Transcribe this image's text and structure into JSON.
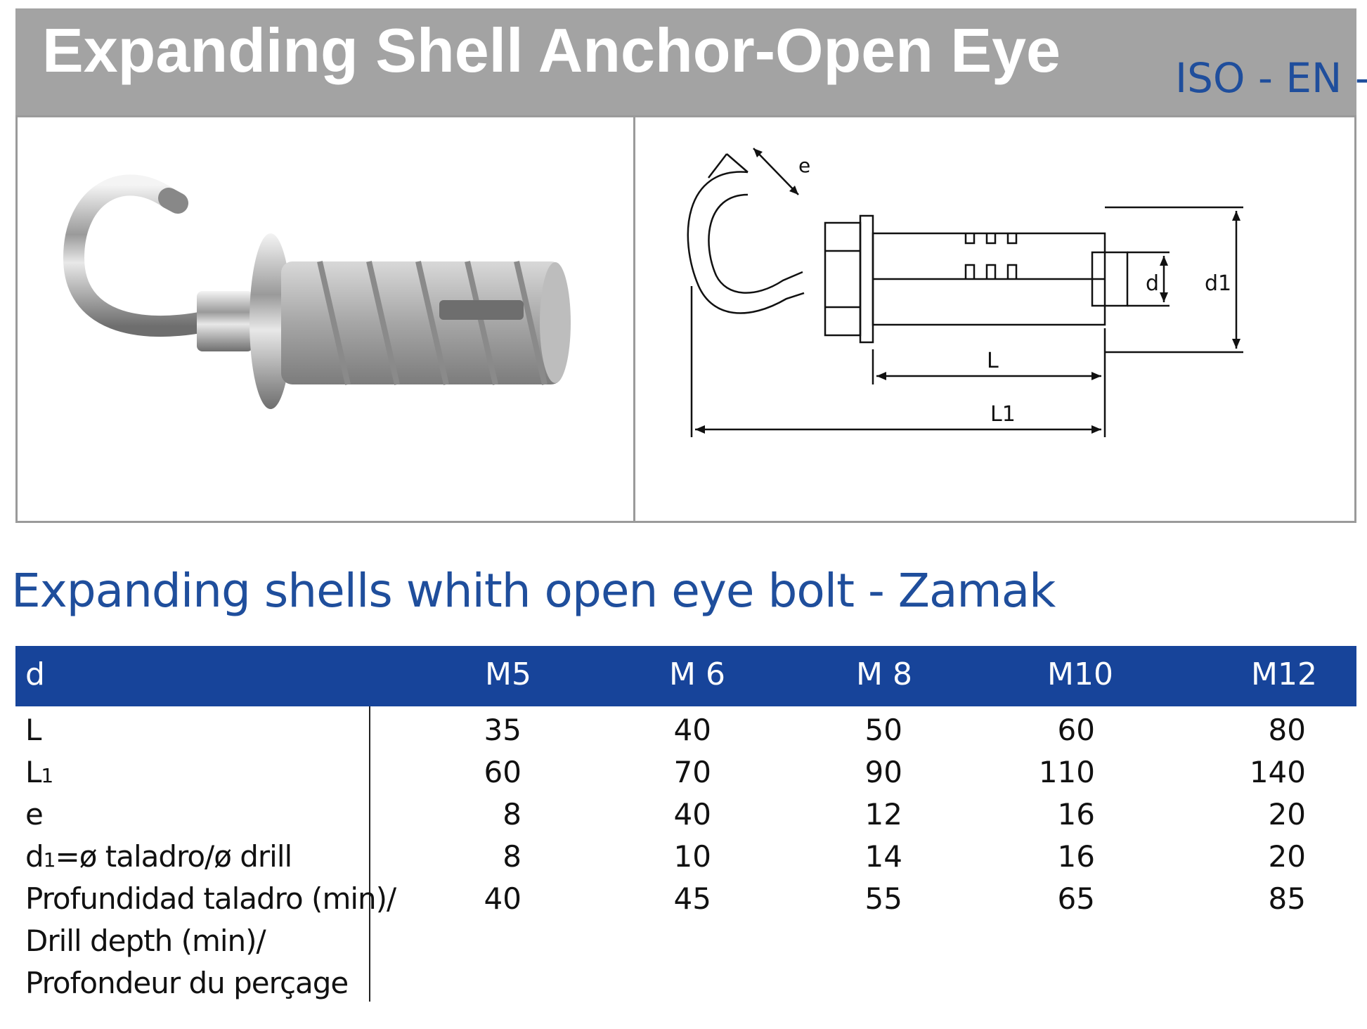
{
  "header": {
    "title": "Expanding Shell Anchor-Open Eye",
    "standards": "ISO - EN -"
  },
  "drawing": {
    "labels": {
      "e": "e",
      "d": "d",
      "d1": "d1",
      "L": "L",
      "L1": "L1"
    }
  },
  "section": {
    "title": "Expanding shells whith open eye bolt - Zamak"
  },
  "table": {
    "header_label": "d",
    "columns": [
      "M5",
      "M 6",
      "M 8",
      "M10",
      "M12"
    ],
    "rows": [
      {
        "label": "L",
        "values": [
          "35",
          "40",
          "50",
          "60",
          "80"
        ]
      },
      {
        "label": "L",
        "label_sub": "1",
        "values": [
          "60",
          "70",
          "90",
          "110",
          "140"
        ]
      },
      {
        "label": "e",
        "values": [
          "8",
          "40",
          "12",
          "16",
          "20"
        ]
      },
      {
        "label": "d",
        "label_sub": "1",
        "label_rest": "=ø taladro/ø drill",
        "values": [
          "8",
          "10",
          "14",
          "16",
          "20"
        ]
      },
      {
        "label": "Profundidad taladro (min)/",
        "values": [
          "40",
          "45",
          "55",
          "65",
          "85"
        ]
      }
    ],
    "label_continuation": [
      "Drill depth (min)/",
      "Profondeur du perçage"
    ]
  },
  "colors": {
    "header_bar": "#a3a3a3",
    "accent_blue": "#1f4e9c",
    "table_head": "#17449a"
  }
}
